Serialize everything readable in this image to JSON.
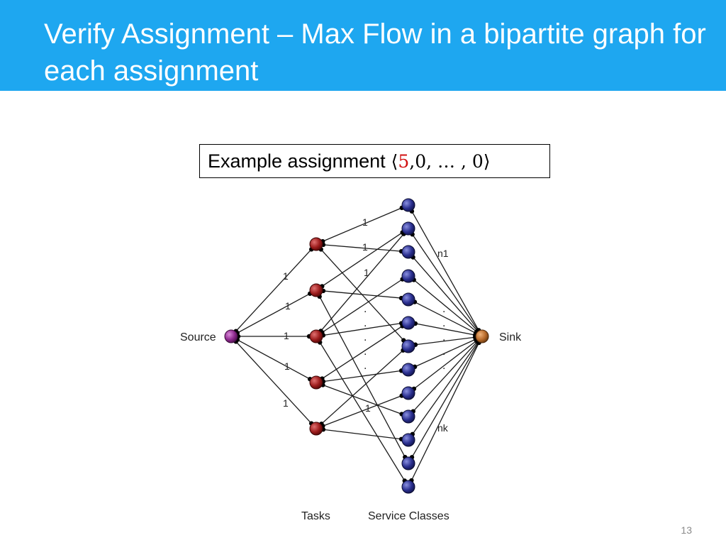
{
  "slide": {
    "title": "Verify Assignment – Max Flow in a bipartite graph for each assignment",
    "page_number": "13"
  },
  "example": {
    "label": "Example assignment",
    "open": "⟨",
    "highlight": "5",
    "rest": ",0, … , 0",
    "close": "⟩"
  },
  "graph": {
    "source_label": "Source",
    "sink_label": "Sink",
    "tasks_label": "Tasks",
    "service_classes_label": "Service Classes",
    "edge_labels": {
      "source_task_1": "1",
      "source_task_2": "1",
      "source_task_3": "1",
      "source_task_4": "1",
      "source_task_5": "1",
      "task_service_a": "1",
      "task_service_b": "1",
      "task_service_c": "1",
      "task_service_d": "1",
      "service_sink_first": "n1",
      "service_sink_last": "nk"
    },
    "colors": {
      "source": "#8e2a8e",
      "task": "#9c1c1c",
      "service": "#2a2f8f",
      "sink": "#b86a2a",
      "header": "#1ea7f0",
      "highlight": "#d01010"
    }
  }
}
